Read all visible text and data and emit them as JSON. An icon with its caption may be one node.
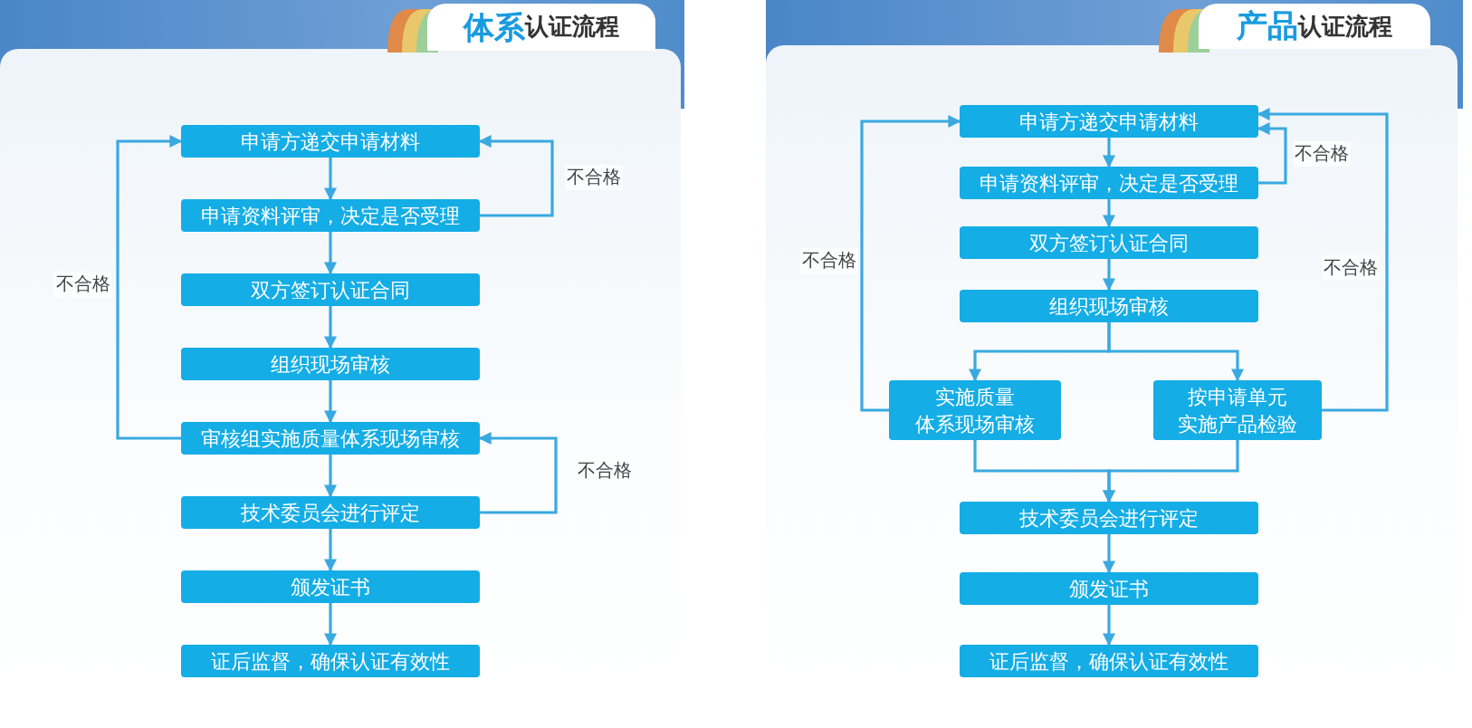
{
  "diagram": {
    "nodes": [
      {
        "text": [
          "**体系**认证流程"
        ]
      },
      {
        "text": [
          "申请方递交申请材料"
        ],
        "in": 0
      },
      {
        "text": [
          "申请资料评审，决定是否受理"
        ],
        "in": 0
      },
      {
        "text": [
          "双方签订认证合同"
        ],
        "in": 0
      },
      {
        "text": [
          "组织现场审核"
        ],
        "in": 0
      },
      {
        "text": [
          "审核组实施质量体系现场审核"
        ],
        "in": 0
      },
      {
        "text": [
          "技术委员会进行评定"
        ],
        "in": 0
      },
      {
        "text": [
          "颁发证书"
        ],
        "in": 0
      },
      {
        "text": [
          "证后监督，确保认证有效性"
        ],
        "in": 0
      },
      {
        "text": [
          "**产品**认证流程"
        ]
      },
      {
        "text": [
          "申请方递交申请材料"
        ],
        "in": 9
      },
      {
        "text": [
          "申请资料评审，决定是否受理"
        ],
        "in": 9
      },
      {
        "text": [
          "双方签订认证合同"
        ],
        "in": 9
      },
      {
        "text": [
          "组织现场审核"
        ],
        "in": 9
      },
      {
        "text": [
          "实施质量体系现场审核"
        ],
        "in": 9
      },
      {
        "text": [
          "按申请单元实施产品检验"
        ],
        "in": 9
      },
      {
        "text": [
          "技术委员会进行评定"
        ],
        "in": 9
      },
      {
        "text": [
          "颁发证书"
        ],
        "in": 9
      },
      {
        "text": [
          "证后监督，确保认证有效性"
        ],
        "in": 9
      }
    ],
    "edges": [
      {
        "from": 1,
        "to": 2,
        "arrow": "to"
      },
      {
        "from": 2,
        "to": 3,
        "arrow": "to"
      },
      {
        "from": 3,
        "to": 4,
        "arrow": "to"
      },
      {
        "from": 4,
        "to": 5,
        "arrow": "to"
      },
      {
        "from": 5,
        "to": 6,
        "arrow": "to"
      },
      {
        "from": 6,
        "to": 7,
        "arrow": "to"
      },
      {
        "from": 7,
        "to": 8,
        "arrow": "to"
      },
      {
        "from": 2,
        "to": 1,
        "arrow": "to",
        "label": "不合格"
      },
      {
        "from": 5,
        "to": 1,
        "arrow": "to",
        "label": "不合格"
      },
      {
        "from": 6,
        "to": 5,
        "arrow": "to",
        "label": "不合格"
      },
      {
        "from": 10,
        "to": 11,
        "arrow": "to"
      },
      {
        "from": 11,
        "to": 12,
        "arrow": "to"
      },
      {
        "from": 12,
        "to": 13,
        "arrow": "to"
      },
      {
        "from": 13,
        "to": 14,
        "arrow": "to"
      },
      {
        "from": 13,
        "to": 15,
        "arrow": "to"
      },
      {
        "from": 14,
        "to": 16,
        "arrow": "to"
      },
      {
        "from": 15,
        "to": 16,
        "arrow": "to"
      },
      {
        "from": 16,
        "to": 17,
        "arrow": "to"
      },
      {
        "from": 17,
        "to": 18,
        "arrow": "to"
      },
      {
        "from": 11,
        "to": 10,
        "arrow": "to",
        "label": "不合格"
      },
      {
        "from": 14,
        "to": 10,
        "arrow": "to",
        "label": "不合格"
      },
      {
        "from": 15,
        "to": 10,
        "arrow": "to",
        "label": "不合格"
      }
    ]
  }
}
